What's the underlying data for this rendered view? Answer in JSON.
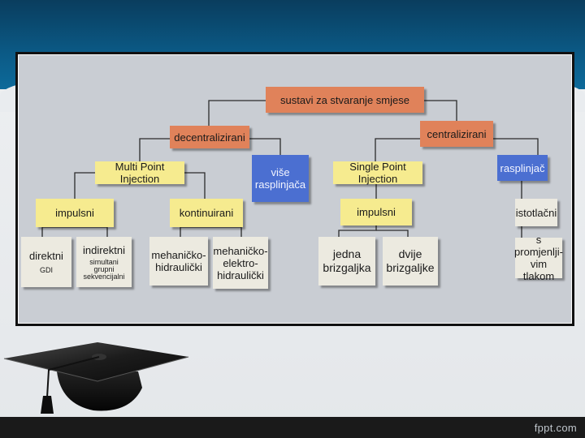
{
  "slide": {
    "footer_brand": "fppt.com"
  },
  "diagram": {
    "root": "sustavi za stvaranje smjese",
    "decentralized": "decentralizirani",
    "centralized": "centralizirani",
    "mpi": "Multi Point Injection",
    "more_carbs": "više\nrasplinjača",
    "spi": "Single Point Injection",
    "carburetor": "rasplinjač",
    "mpi_pulsed": "impulsni",
    "continuous": "kontinuirani",
    "spi_pulsed": "impulsni",
    "direct": "direktni",
    "direct_sub": "GDI",
    "indirect": "indirektni",
    "indirect_sub": "simultani\ngrupni\nsekvencijalni",
    "mech_hyd": "mehaničko-\nhidraulički",
    "mech_elec_hyd": "mehaničko-\nelektro-\nhidraulički",
    "one_injector": "jedna\nbrizgaljka",
    "two_injectors": "dvije\nbrizgaljke",
    "equal_pressure": "istotlačni",
    "variable_pressure": "s promjenlji-\nvim tlakom"
  },
  "colors": {
    "orange": "#e0825a",
    "yellow": "#f6eb8f",
    "blue": "#4b6fd1"
  },
  "icons": [
    "graduation-cap-icon"
  ]
}
